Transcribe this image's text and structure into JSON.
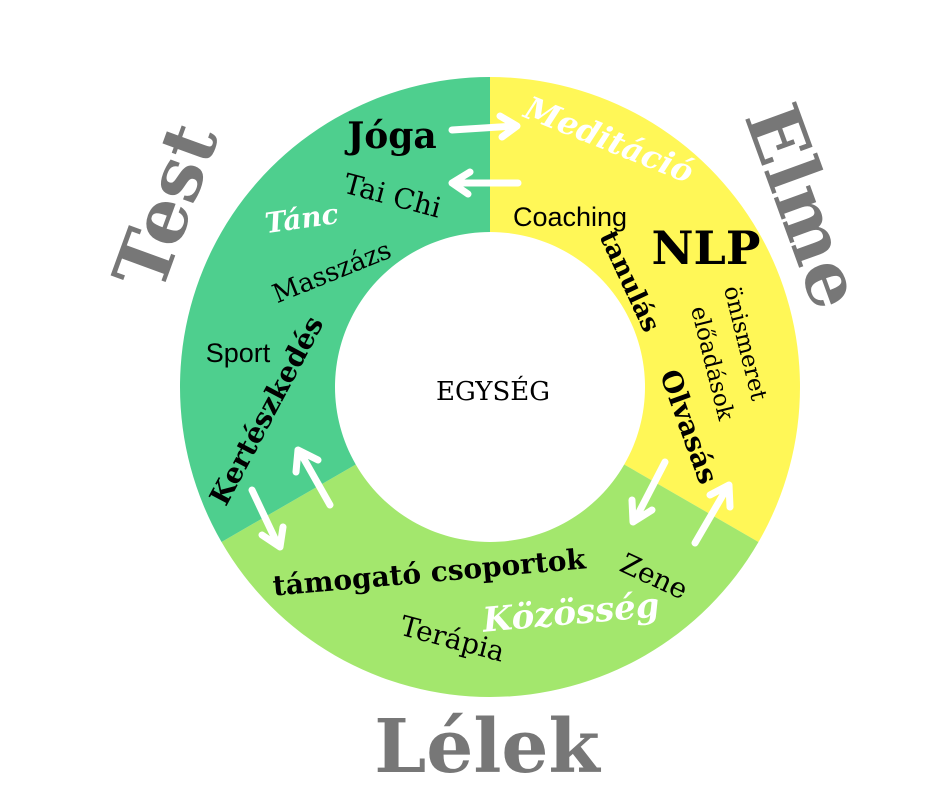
{
  "colors": {
    "test": "#4ecf8e",
    "elme": "#fff757",
    "lelek": "#a3e76d",
    "heading": "#777777"
  },
  "center": "EGYSÉG",
  "sections": {
    "test": {
      "title": "Test",
      "items": [
        "Jóga",
        "Tai Chi",
        "Tánc",
        "Masszázs",
        "Sport",
        "Kertészkedés"
      ]
    },
    "elme": {
      "title": "Elme",
      "items": [
        "Meditáció",
        "Coaching",
        "NLP",
        "tanulás",
        "önismeret",
        "előadások",
        "Olvasás"
      ]
    },
    "lelek": {
      "title": "Lélek",
      "items": [
        "támogató csoportok",
        "Zene",
        "Közösség",
        "Terápia"
      ]
    }
  }
}
